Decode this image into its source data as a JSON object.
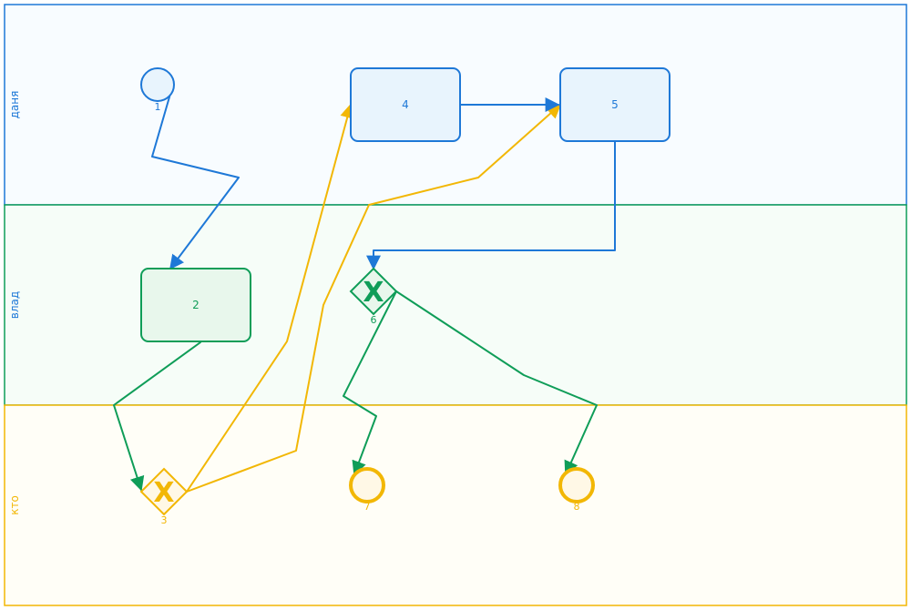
{
  "diagram": {
    "lanes": [
      {
        "id": "lane-1",
        "label": "даня",
        "stroke": "#1e78d7",
        "fill": "#f8fcff"
      },
      {
        "id": "lane-2",
        "label": "влад",
        "stroke": "#0f9d58",
        "fill": "#f6fdf8"
      },
      {
        "id": "lane-3",
        "label": "кто",
        "stroke": "#f2b705",
        "fill": "#fffef7"
      }
    ],
    "nodes": [
      {
        "id": "1",
        "type": "start-event",
        "label": "1"
      },
      {
        "id": "2",
        "type": "task",
        "label": "2"
      },
      {
        "id": "3",
        "type": "exclusive-gateway",
        "label": "3",
        "symbol": "X"
      },
      {
        "id": "4",
        "type": "task",
        "label": "4"
      },
      {
        "id": "5",
        "type": "task",
        "label": "5"
      },
      {
        "id": "6",
        "type": "exclusive-gateway",
        "label": "6",
        "symbol": "X"
      },
      {
        "id": "7",
        "type": "end-event",
        "label": "7"
      },
      {
        "id": "8",
        "type": "end-event",
        "label": "8"
      }
    ],
    "edges": [
      {
        "from": "1",
        "to": "2",
        "color": "#1e78d7"
      },
      {
        "from": "2",
        "to": "3",
        "color": "#0f9d58"
      },
      {
        "from": "3",
        "to": "4",
        "color": "#f2b705"
      },
      {
        "from": "3",
        "to": "5",
        "color": "#f2b705"
      },
      {
        "from": "4",
        "to": "5",
        "color": "#1e78d7"
      },
      {
        "from": "5",
        "to": "6",
        "color": "#1e78d7"
      },
      {
        "from": "6",
        "to": "7",
        "color": "#0f9d58"
      },
      {
        "from": "6",
        "to": "8",
        "color": "#0f9d58"
      }
    ],
    "colors": {
      "blue": "#1e78d7",
      "blue_fill": "#e8f4fd",
      "green": "#0f9d58",
      "green_fill": "#e8f7ec",
      "yellow": "#f2b705",
      "yellow_fill": "#fff8e6"
    }
  }
}
